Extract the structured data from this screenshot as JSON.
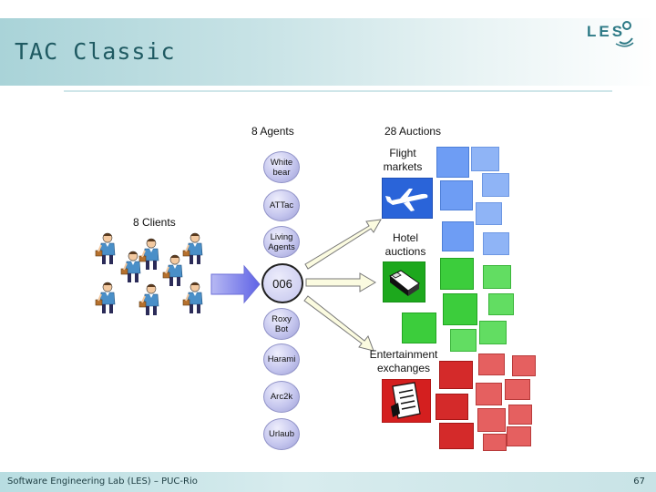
{
  "slide": {
    "title": "TAC Classic",
    "logo_text": "LES",
    "footer": "Software Engineering Lab (LES) – PUC-Rio",
    "page_number": "67"
  },
  "diagram": {
    "clients_label": "8 Clients",
    "agents_label": "8  Agents",
    "auctions_label": "28 Auctions",
    "agents": [
      "White bear",
      "ATTac",
      "Living Agents",
      "006",
      "Roxy Bot",
      "Harami",
      "Arc2k",
      "Urlaub"
    ],
    "featured_agent": "006",
    "markets": [
      {
        "label": "Flight markets",
        "icon": "airplane-icon",
        "color": "#6e9df4"
      },
      {
        "label": "Hotel auctions",
        "icon": "bed-icon",
        "color": "#3ccd3c"
      },
      {
        "label": "Entertainment exchanges",
        "icon": "ticket-icon",
        "color": "#d42a2a"
      }
    ],
    "client_icon": "business-person-icon",
    "client_count": 8
  }
}
